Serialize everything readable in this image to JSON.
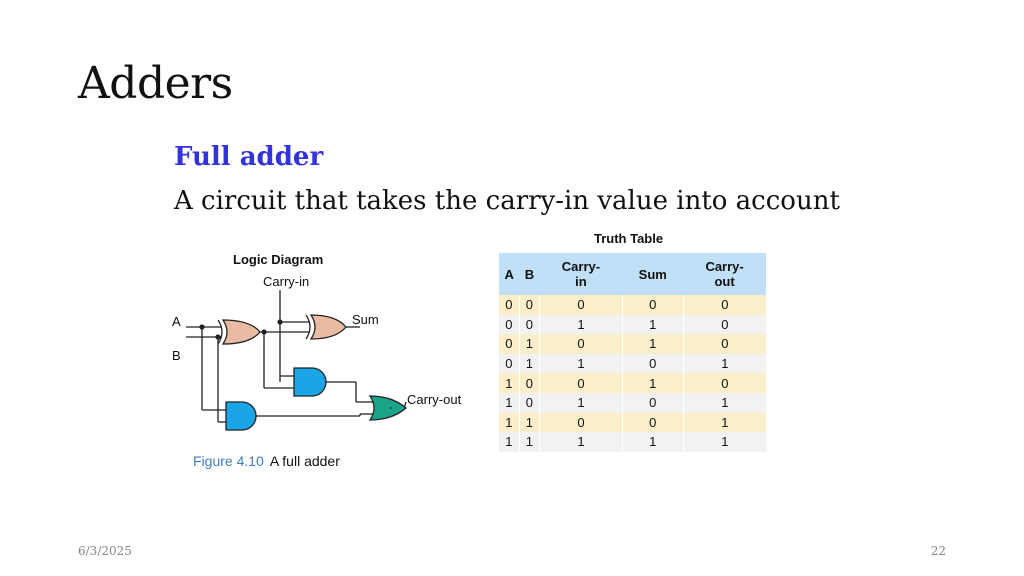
{
  "slide": {
    "title": "Adders",
    "subtitle": "Full adder",
    "description": "A circuit that takes the carry-in value into account",
    "date": "6/3/2025",
    "page": "22"
  },
  "diagram": {
    "title": "Logic Diagram",
    "input_a": "A",
    "input_b": "B",
    "carry_in": "Carry-in",
    "sum": "Sum",
    "carry_out": "Carry-out",
    "xor_color": "#e9bba3",
    "and_color": "#1aa6e6",
    "or_color": "#1aa58a"
  },
  "caption": {
    "figure": "Figure 4.10",
    "text": "A full adder"
  },
  "truth_table": {
    "title": "Truth Table",
    "headers": [
      "A",
      "B",
      "Carry-\nin",
      "Sum",
      "Carry-\nout"
    ],
    "rows": [
      [
        "0",
        "0",
        "0",
        "0",
        "0"
      ],
      [
        "0",
        "0",
        "1",
        "1",
        "0"
      ],
      [
        "0",
        "1",
        "0",
        "1",
        "0"
      ],
      [
        "0",
        "1",
        "1",
        "0",
        "1"
      ],
      [
        "1",
        "0",
        "0",
        "1",
        "0"
      ],
      [
        "1",
        "0",
        "1",
        "0",
        "1"
      ],
      [
        "1",
        "1",
        "0",
        "0",
        "1"
      ],
      [
        "1",
        "1",
        "1",
        "1",
        "1"
      ]
    ]
  }
}
